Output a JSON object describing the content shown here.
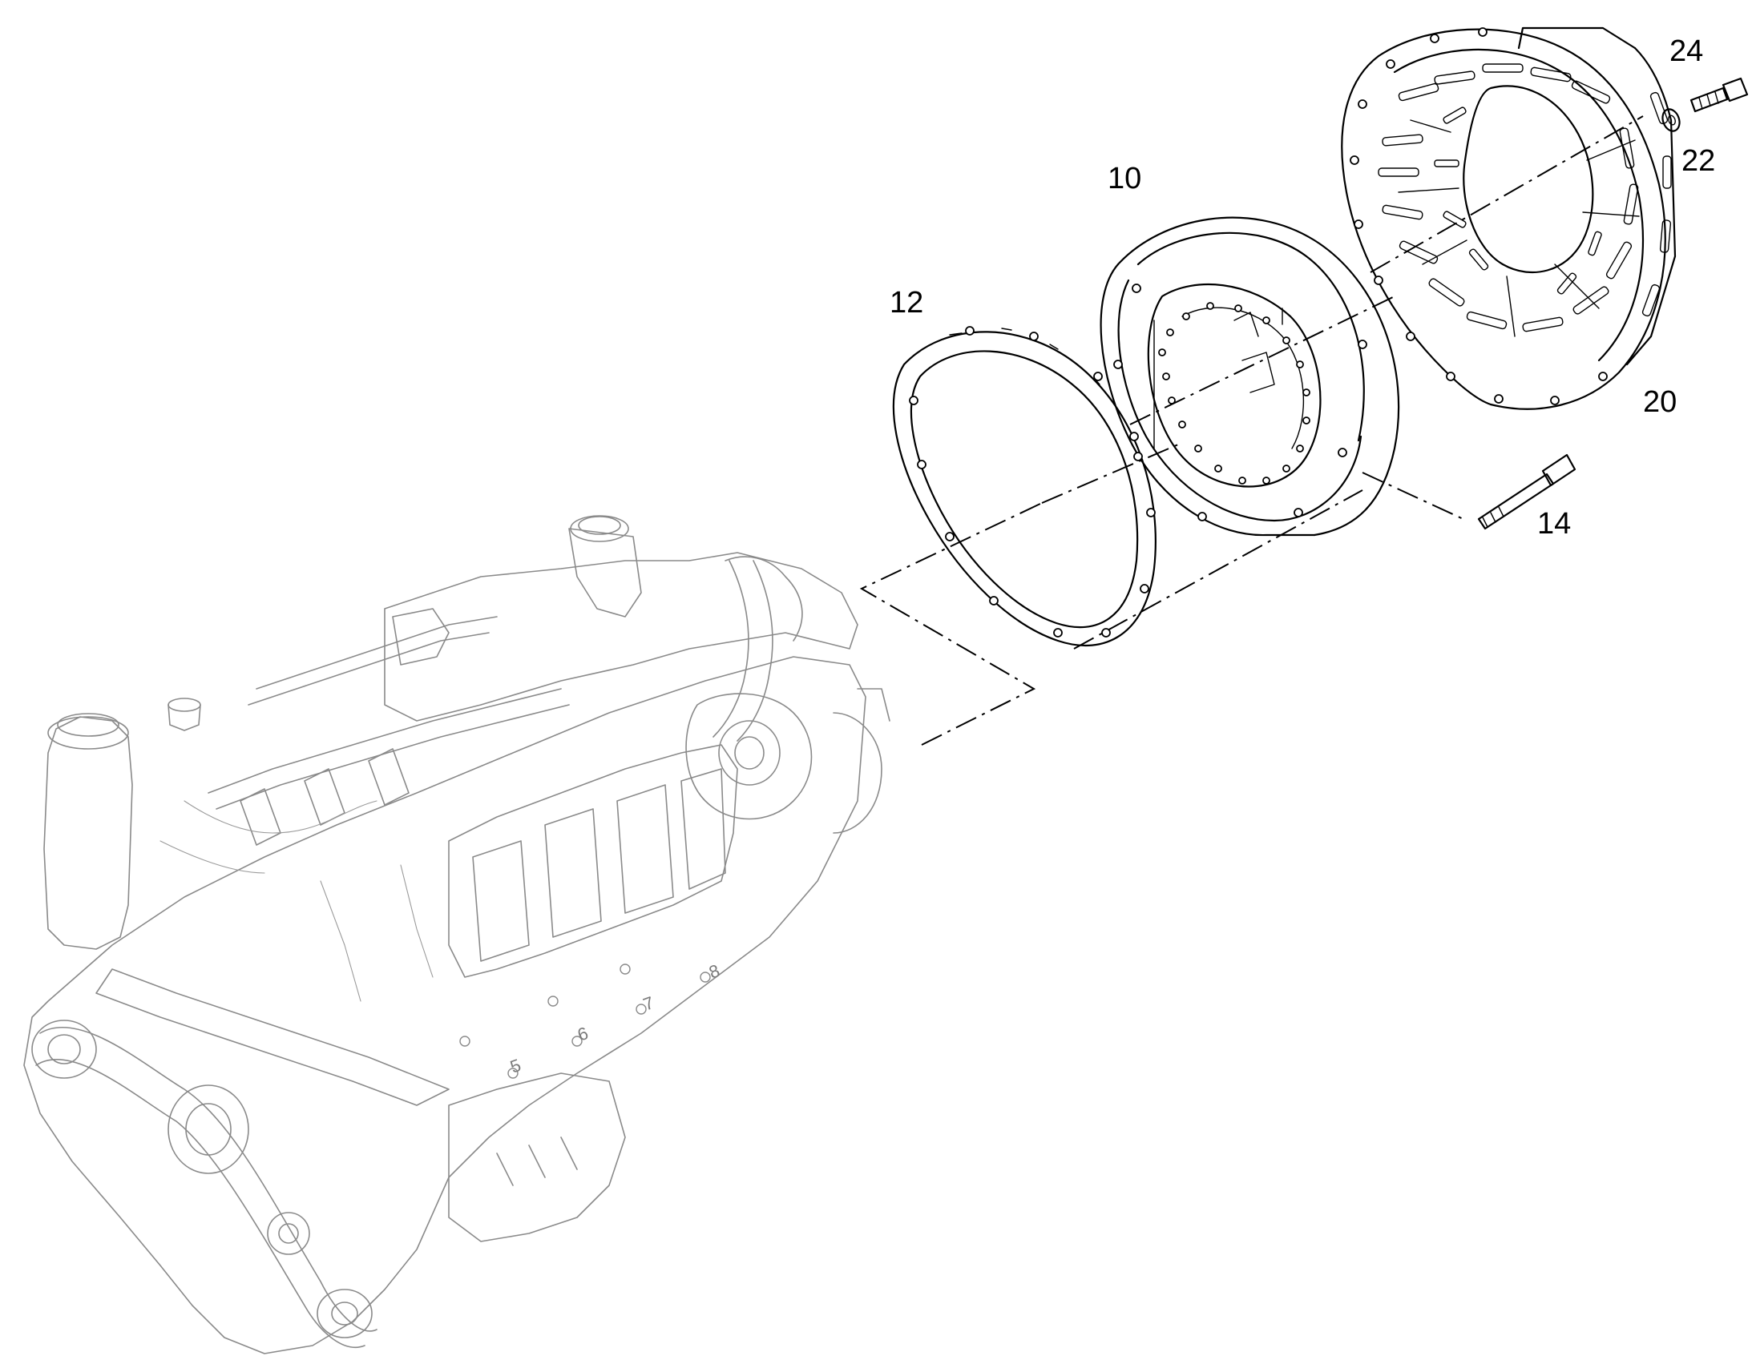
{
  "diagram": {
    "callouts": [
      {
        "id": "p24",
        "label": "24"
      },
      {
        "id": "p22",
        "label": "22"
      },
      {
        "id": "p10",
        "label": "10"
      },
      {
        "id": "p12",
        "label": "12"
      },
      {
        "id": "p20",
        "label": "20"
      },
      {
        "id": "p14",
        "label": "14"
      }
    ],
    "engine_cylinder_numbers": [
      "5",
      "6",
      "7",
      "8"
    ]
  }
}
